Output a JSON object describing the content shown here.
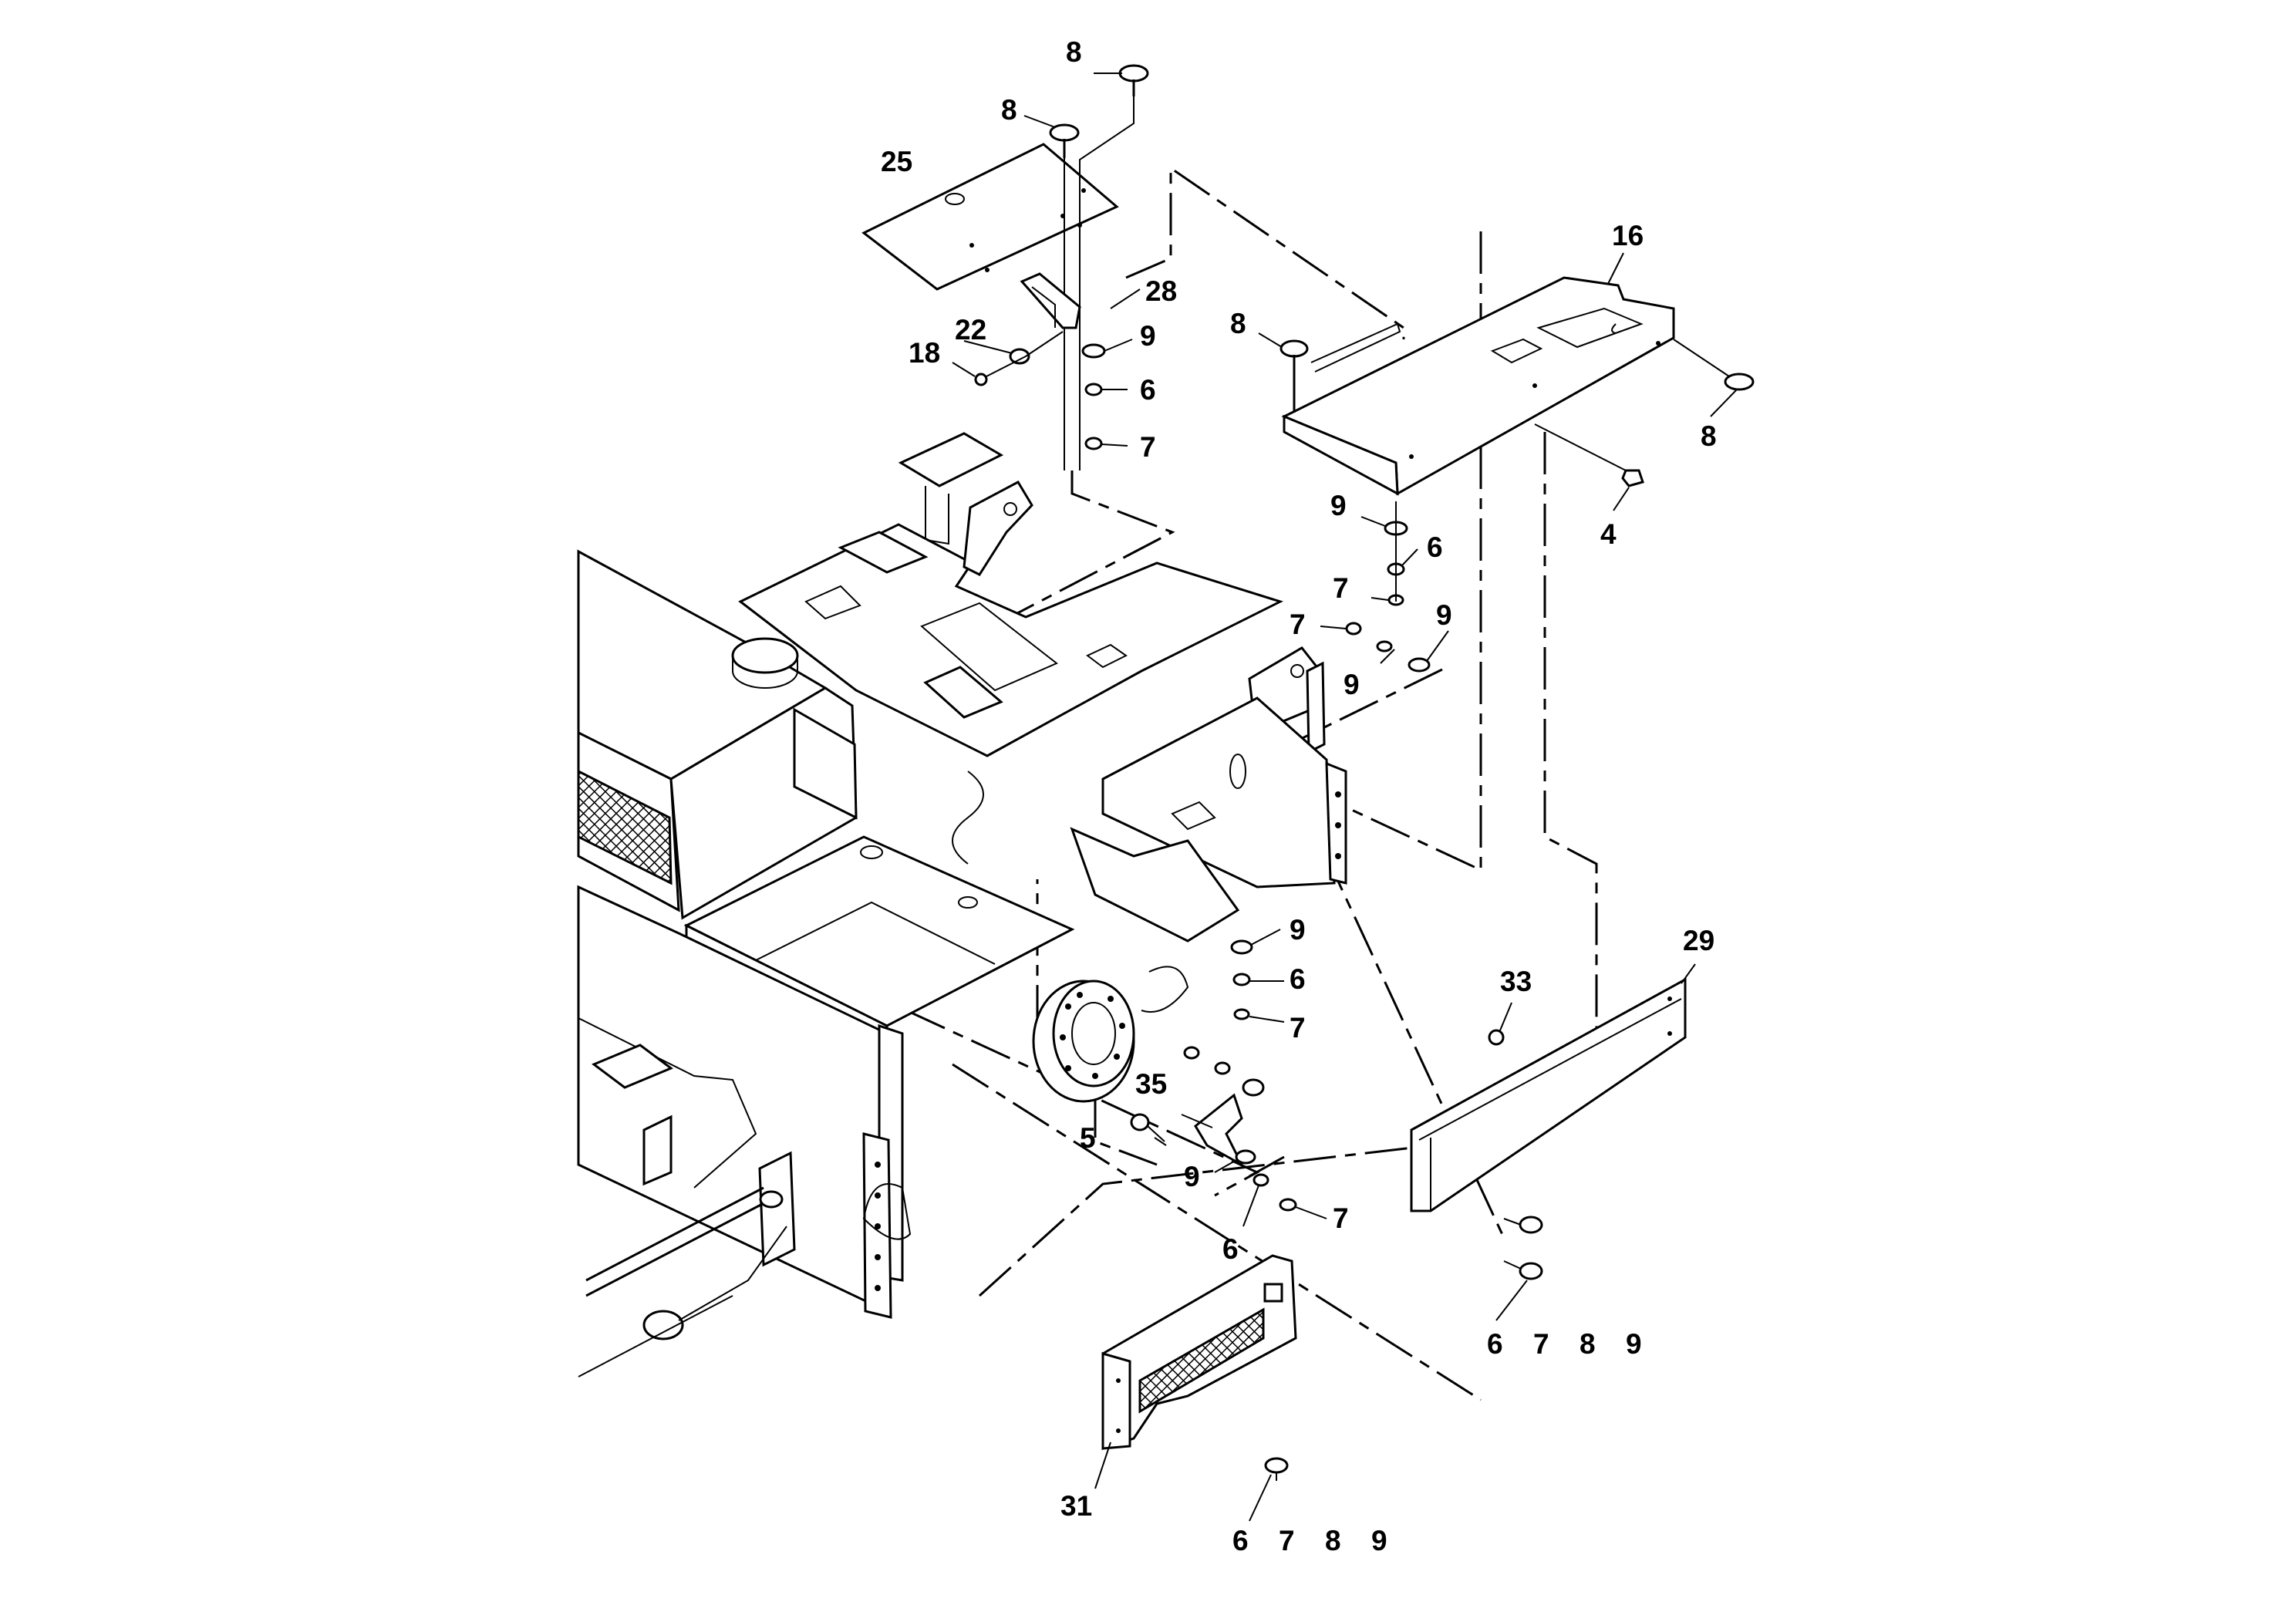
{
  "callouts": {
    "c8a": "8",
    "c8b": "8",
    "c25": "25",
    "c28": "28",
    "c22": "22",
    "c18": "18",
    "c9a": "9",
    "c6a": "6",
    "c7a": "7",
    "c8c": "8",
    "c16": "16",
    "c8d": "8",
    "c4": "4",
    "c9b": "9",
    "c6b": "6",
    "c7b": "7",
    "c7c": "7",
    "c9c": "9",
    "c9d": "9",
    "c9e": "9",
    "c6c": "6",
    "c7d": "7",
    "c33": "33",
    "c29": "29",
    "c35": "35",
    "c5": "5",
    "c9f": "9",
    "c6d": "6",
    "c7e": "7",
    "c31": "31"
  },
  "hardware_groups": {
    "right": [
      "6",
      "7",
      "8",
      "9"
    ],
    "bottom": [
      "6",
      "7",
      "8",
      "9"
    ]
  },
  "colors": {
    "line": "#000000",
    "background": "#ffffff"
  }
}
